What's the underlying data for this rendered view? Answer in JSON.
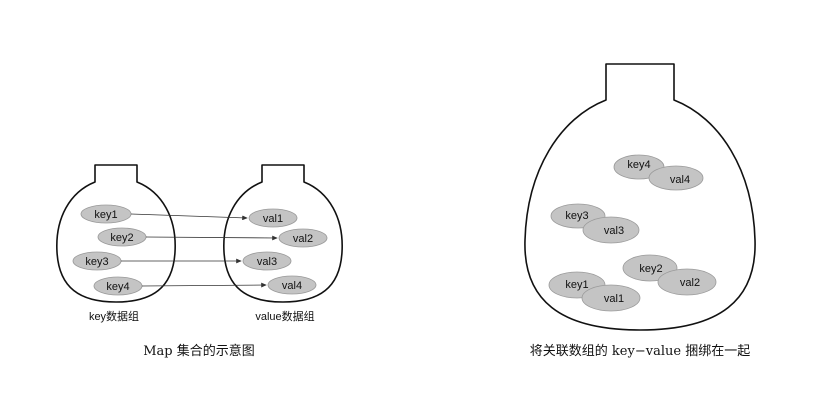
{
  "left_figure": {
    "key_bag_label": "key数据组",
    "value_bag_label": "value数据组",
    "caption": "Map 集合的示意图",
    "keys": [
      "key1",
      "key2",
      "key3",
      "key4"
    ],
    "values": [
      "val1",
      "val2",
      "val3",
      "val4"
    ]
  },
  "right_figure": {
    "caption": "将关联数组的 key−value 捆绑在一起",
    "pairs": [
      {
        "key": "key4",
        "value": "val4"
      },
      {
        "key": "key3",
        "value": "val3"
      },
      {
        "key": "key2",
        "value": "val2"
      },
      {
        "key": "key1",
        "value": "val1"
      }
    ]
  },
  "colors": {
    "oval_fill": "#c4c4c4",
    "outline": "#111111"
  }
}
